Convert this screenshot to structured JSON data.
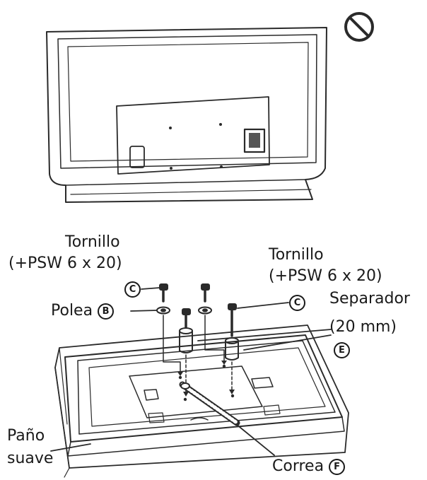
{
  "labels": {
    "screw_left_line1": "Tornillo",
    "screw_left_line2": "(+PSW 6 x 20)",
    "screw_right_line1": "Tornillo",
    "screw_right_line2": "(+PSW 6 x 20)",
    "pulley": "Polea",
    "spacer_line1": "Separador",
    "spacer_line2": "(20 mm)",
    "cloth_line1": "Paño",
    "cloth_line2": "suave",
    "strap": "Correa"
  },
  "markers": {
    "screw": "C",
    "pulley": "B",
    "spacer": "E",
    "strap": "F"
  },
  "icons": {
    "prohibited": "prohibition-icon"
  }
}
